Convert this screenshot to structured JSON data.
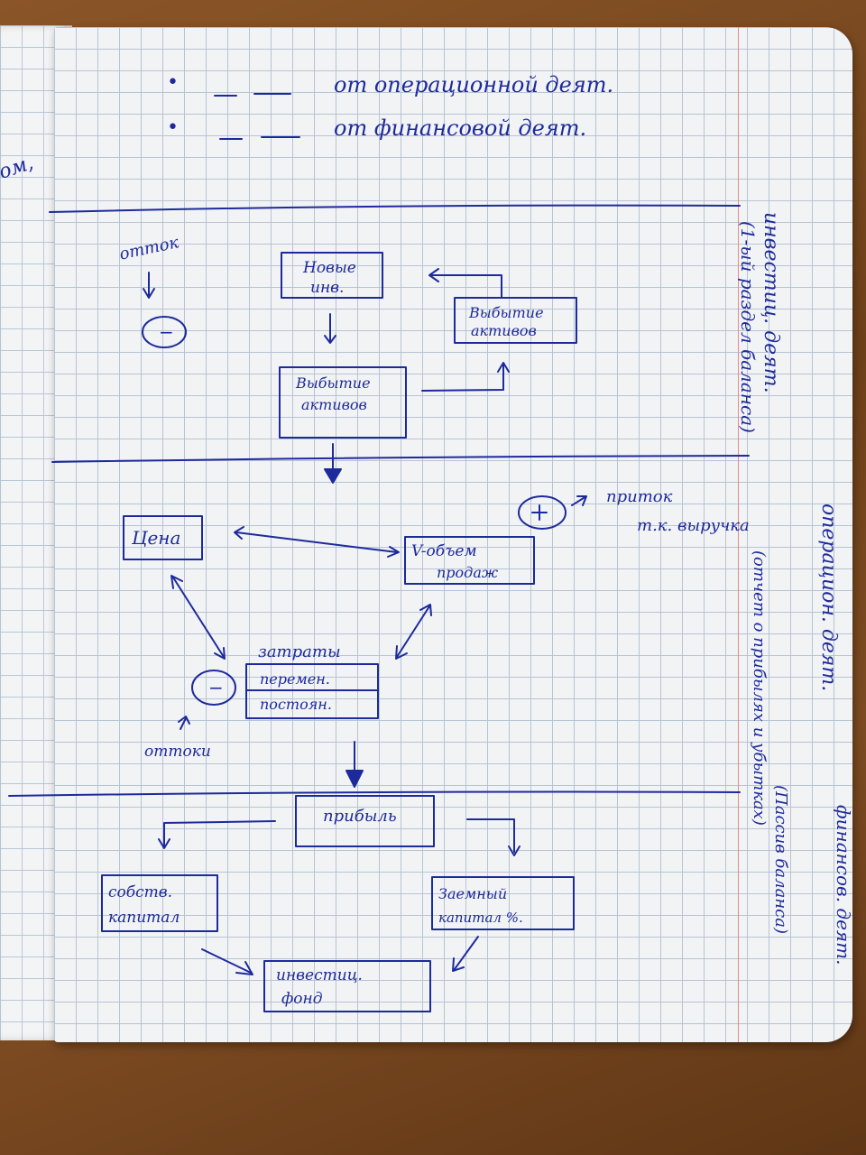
{
  "notebook": {
    "top_list": [
      {
        "bullet": "•",
        "dash": "_ \" _",
        "text": "от  операционной деят."
      },
      {
        "bullet": "•",
        "dash": "_ \" _",
        "text": "от  финансовой деят."
      }
    ],
    "left_edge_fragments": [
      "ом,",
      "—"
    ],
    "invest_section": {
      "side_label": "инвестиц. деят.",
      "side_note": "(1-ый раздел баланса)",
      "outflow_label": "отток",
      "minus_sign": "−",
      "box_new": [
        "Новые",
        "инв."
      ],
      "box_disposal_right": [
        "Выбытие",
        "активов"
      ],
      "box_disposal_center": [
        "Выбытие",
        "активов"
      ]
    },
    "operating_section": {
      "side_label": "операцион. деят.",
      "side_note": "(отчет о прибылях и убытках)",
      "inflow_label": "приток",
      "inflow_note": "т.к. выручка",
      "plus_sign": "+",
      "box_price": "Цена",
      "box_volume": [
        "V-объем",
        "продаж"
      ],
      "costs_label": "затраты",
      "costs_rows": [
        "перемен.",
        "постоян."
      ],
      "minus_sign": "−",
      "outflows_label": "оттоки"
    },
    "finance_section": {
      "side_label": "финансов. деят.",
      "side_note": "(Пассив баланса)",
      "box_profit": "прибыль",
      "box_equity": [
        "собств.",
        "капитал"
      ],
      "box_borrowed": [
        "Заемный",
        "капитал %."
      ],
      "box_fund": [
        "инвестиц.",
        "фонд"
      ]
    },
    "colors": {
      "ink": "#1d2a9c",
      "grid": "#b7c4d3",
      "margin": "#e58a8a",
      "paper": "#f2f3f5",
      "desk": "#7a4a22"
    }
  }
}
